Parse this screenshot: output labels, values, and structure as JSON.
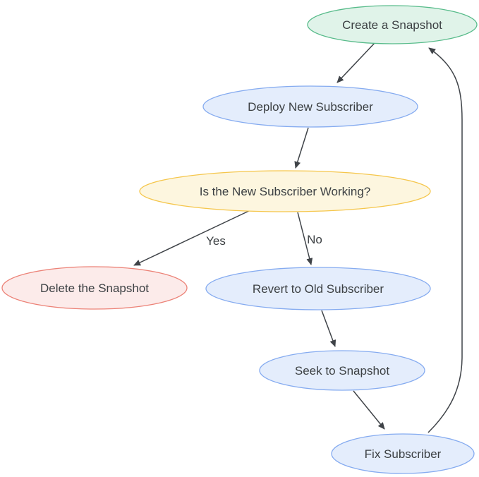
{
  "diagram": {
    "type": "flowchart",
    "edge_color": "#3f4348",
    "text_color": "#3c4043",
    "nodes": [
      {
        "id": "create-snapshot",
        "label": "Create a Snapshot",
        "shape": "ellipse",
        "fill": "#e0f3e9",
        "stroke": "#57bb8a"
      },
      {
        "id": "deploy-new-subscriber",
        "label": "Deploy New Subscriber",
        "shape": "ellipse",
        "fill": "#e4edfc",
        "stroke": "#85abf0"
      },
      {
        "id": "is-working",
        "label": "Is the New Subscriber Working?",
        "shape": "ellipse",
        "fill": "#fdf6df",
        "stroke": "#f5c64b"
      },
      {
        "id": "delete-snapshot",
        "label": "Delete the Snapshot",
        "shape": "ellipse",
        "fill": "#fcebea",
        "stroke": "#ec8277"
      },
      {
        "id": "revert-old-subscriber",
        "label": "Revert to Old Subscriber",
        "shape": "ellipse",
        "fill": "#e4edfc",
        "stroke": "#85abf0"
      },
      {
        "id": "seek-to-snapshot",
        "label": "Seek to Snapshot",
        "shape": "ellipse",
        "fill": "#e4edfc",
        "stroke": "#85abf0"
      },
      {
        "id": "fix-subscriber",
        "label": "Fix Subscriber",
        "shape": "ellipse",
        "fill": "#e4edfc",
        "stroke": "#85abf0"
      }
    ],
    "edges": [
      {
        "from": "create-snapshot",
        "to": "deploy-new-subscriber",
        "label": ""
      },
      {
        "from": "deploy-new-subscriber",
        "to": "is-working",
        "label": ""
      },
      {
        "from": "is-working",
        "to": "delete-snapshot",
        "label": "Yes"
      },
      {
        "from": "is-working",
        "to": "revert-old-subscriber",
        "label": "No"
      },
      {
        "from": "revert-old-subscriber",
        "to": "seek-to-snapshot",
        "label": ""
      },
      {
        "from": "seek-to-snapshot",
        "to": "fix-subscriber",
        "label": ""
      },
      {
        "from": "fix-subscriber",
        "to": "create-snapshot",
        "label": ""
      }
    ]
  }
}
